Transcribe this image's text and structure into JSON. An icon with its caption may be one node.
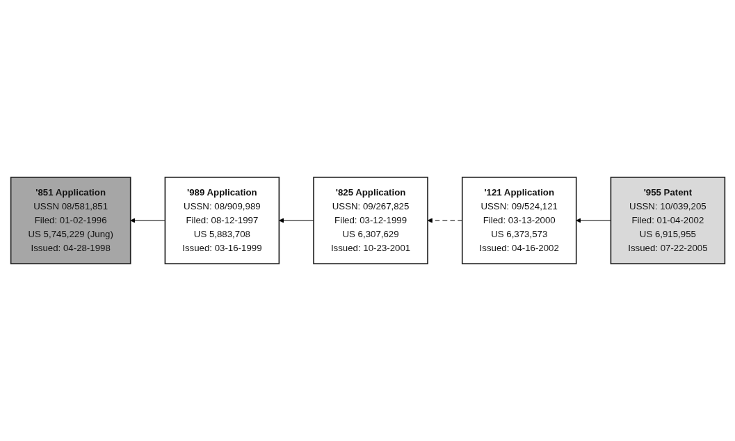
{
  "diagram": {
    "nodes": [
      {
        "text": [
          "'851 Application",
          "USSN 08/581,851",
          "Filed: 01-02-1996",
          "US 5,745,229 (Jung)",
          "Issued: 04-28-1998"
        ]
      },
      {
        "text": [
          "'989 Application",
          "USSN: 08/909,989",
          "Filed: 08-12-1997",
          "US 5,883,708",
          "Issued: 03-16-1999"
        ]
      },
      {
        "text": [
          "'825 Application",
          "USSN: 09/267,825",
          "Filed: 03-12-1999",
          "US 6,307,629",
          "Issued: 10-23-2001"
        ]
      },
      {
        "text": [
          "'121 Application",
          "USSN: 09/524,121",
          "Filed: 03-13-2000",
          "US 6,373,573",
          "Issued: 04-16-2002"
        ]
      },
      {
        "text": [
          "'955 Patent",
          "USSN: 10/039,205",
          "Filed: 01-04-2002",
          "US 6,915,955",
          "Issued: 07-22-2005"
        ]
      }
    ],
    "edges": [
      {
        "from": 1,
        "to": 0,
        "arrow": "to"
      },
      {
        "from": 2,
        "to": 1,
        "arrow": "to"
      },
      {
        "from": 3,
        "to": 2,
        "arrow": "to",
        "style": "dashed"
      },
      {
        "from": 4,
        "to": 3,
        "arrow": "to"
      }
    ]
  }
}
